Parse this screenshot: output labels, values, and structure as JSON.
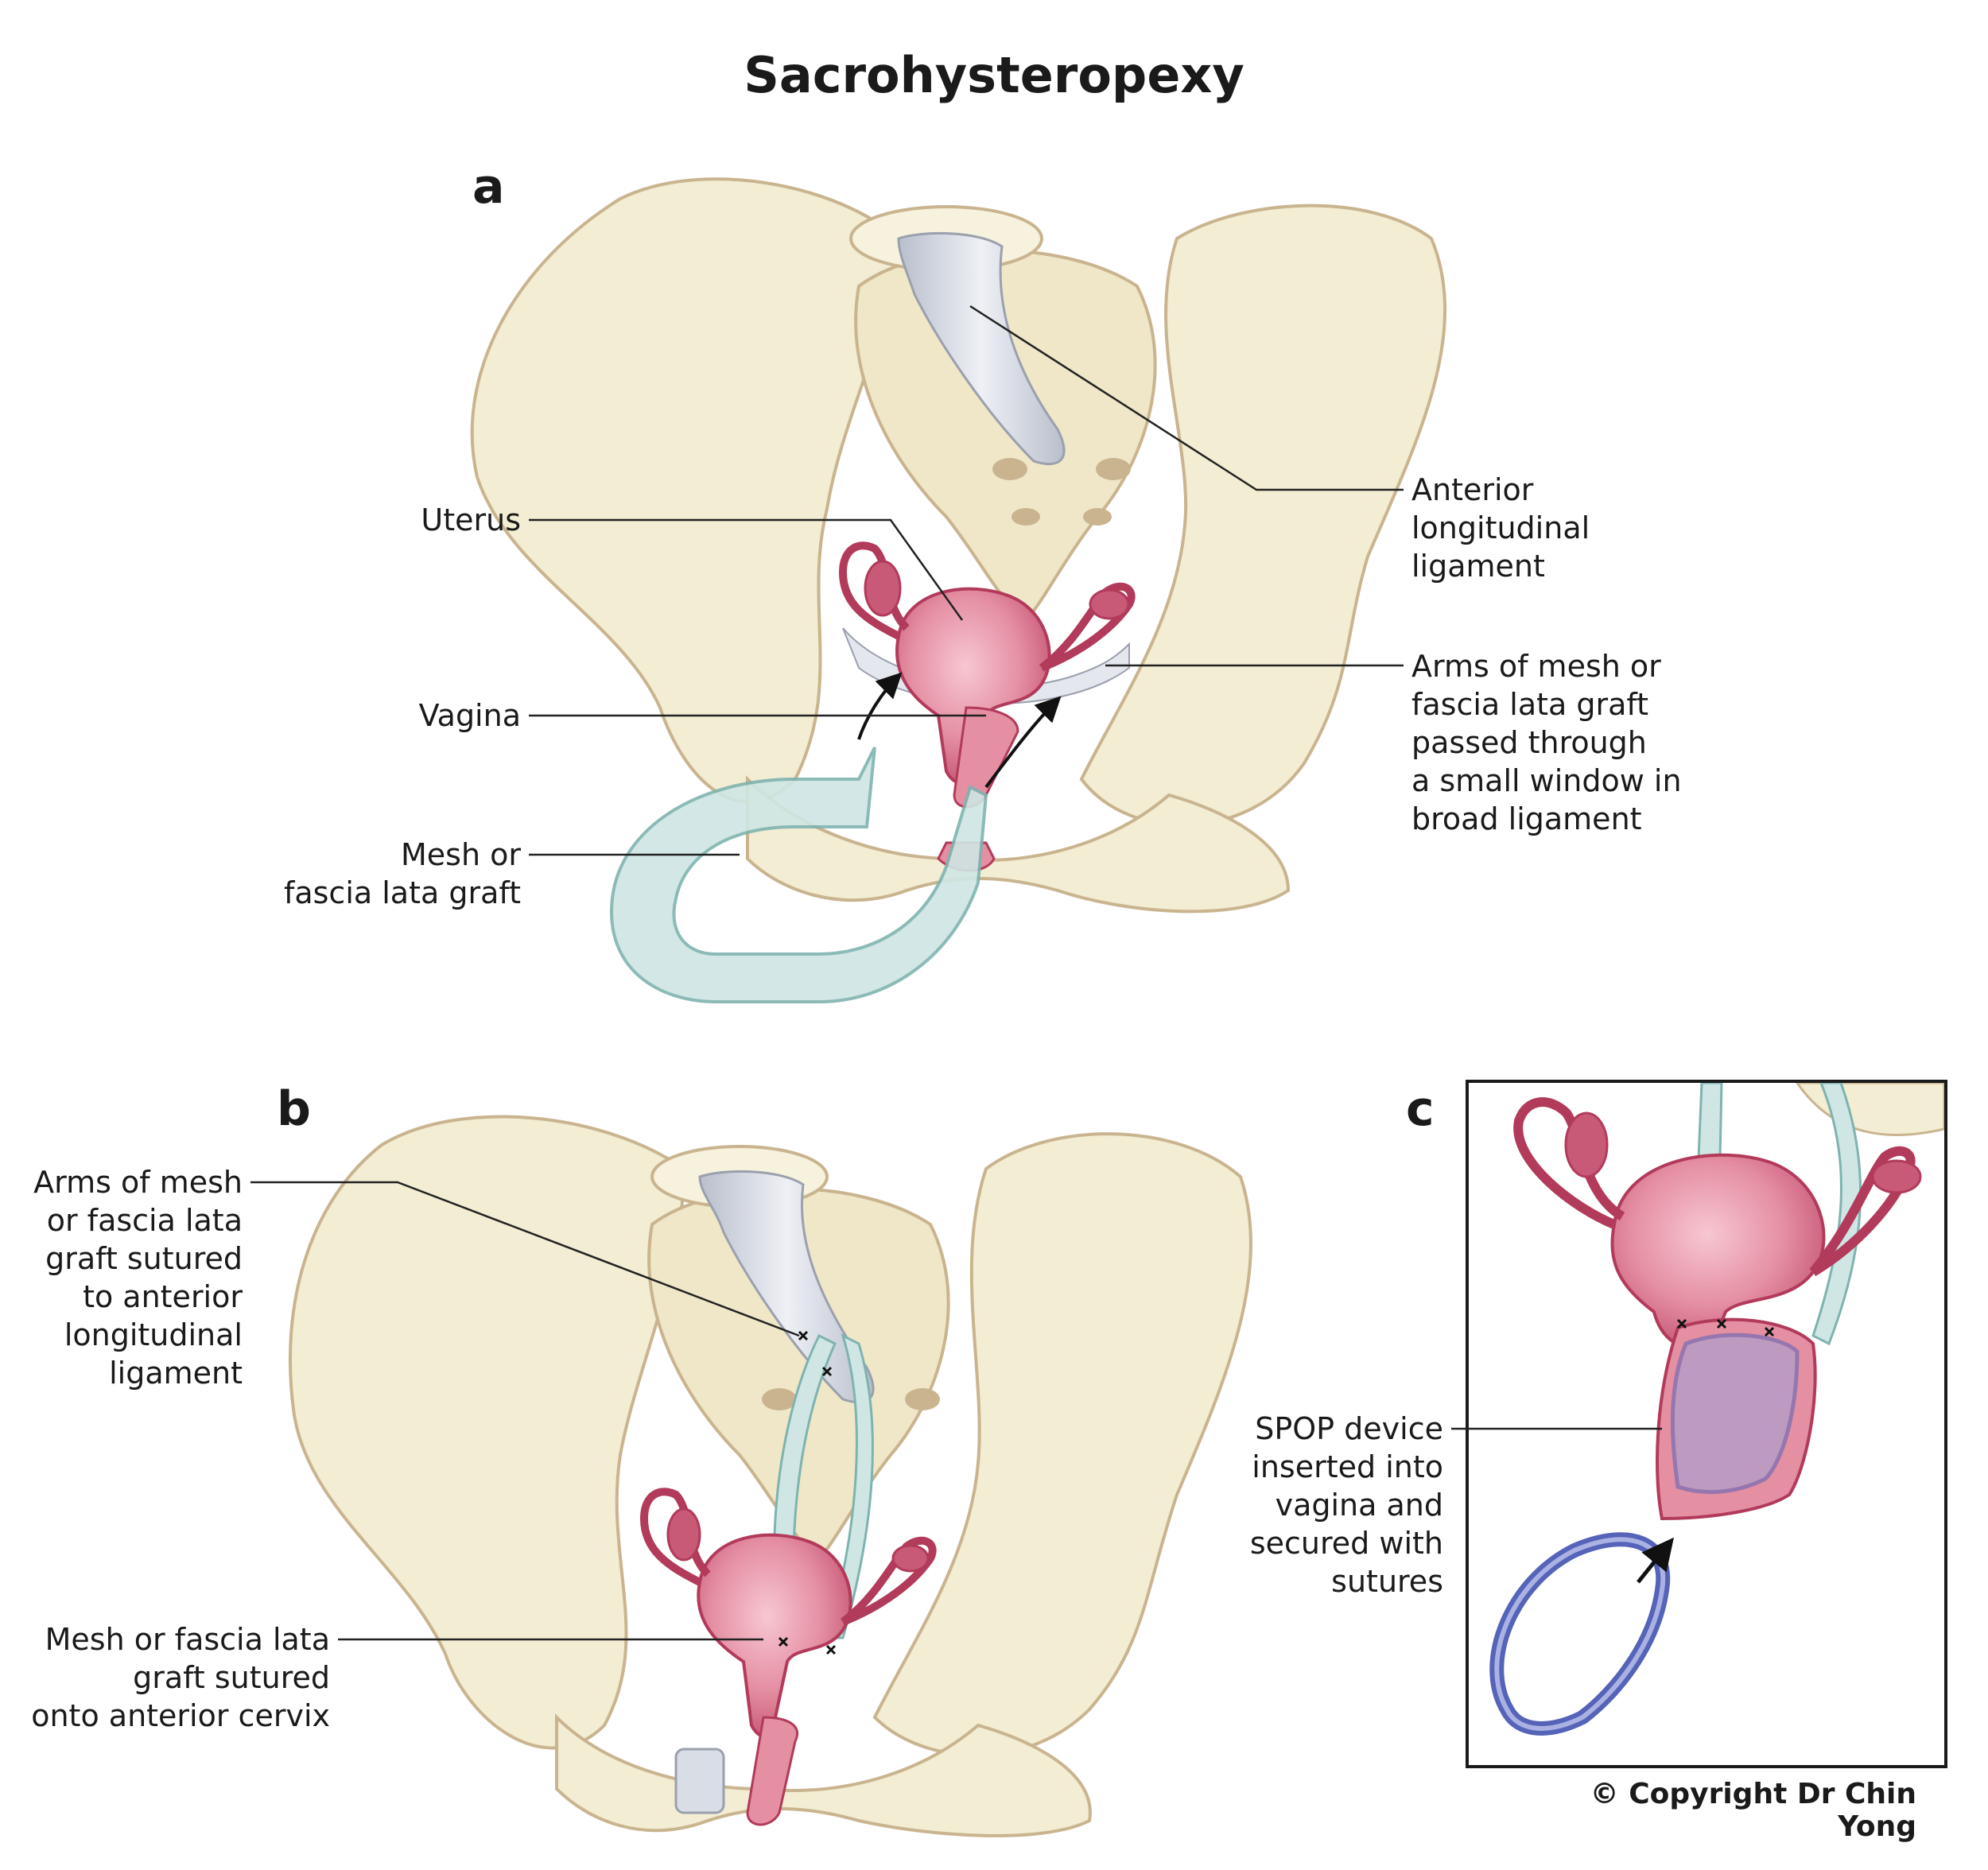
{
  "title": "Sacrohysteropexy",
  "panels": {
    "a": {
      "letter": "a",
      "labels": {
        "uterus": "Uterus",
        "vagina": "Vagina",
        "mesh": "Mesh or\nfascia lata graft",
        "anterior_ligament": "Anterior\nlongitudinal\nligament",
        "arms_passed": "Arms of mesh or\nfascia lata graft\npassed through\na small window in\nbroad ligament"
      }
    },
    "b": {
      "letter": "b",
      "labels": {
        "arms_sutured": "Arms of mesh\nor fascia lata\ngraft sutured\nto anterior\nlongitudinal\nligament",
        "mesh_cervix": "Mesh or fascia lata\ngraft sutured\nonto anterior cervix"
      }
    },
    "c": {
      "letter": "c",
      "labels": {
        "spop": "SPOP device\ninserted into\nvagina and\nsecured with\nsutures"
      }
    }
  },
  "copyright": "© Copyright Dr Chin Yong",
  "colors": {
    "bone": "#f2edd3",
    "bone_stroke": "#c9b48f",
    "ligament": "#d9dde6",
    "uterus": "#e58fa3",
    "uterus_stroke": "#b23a5a",
    "mesh": "#cfe6e4",
    "mesh_stroke": "#7fb3b0",
    "spop": "#5563b8"
  }
}
